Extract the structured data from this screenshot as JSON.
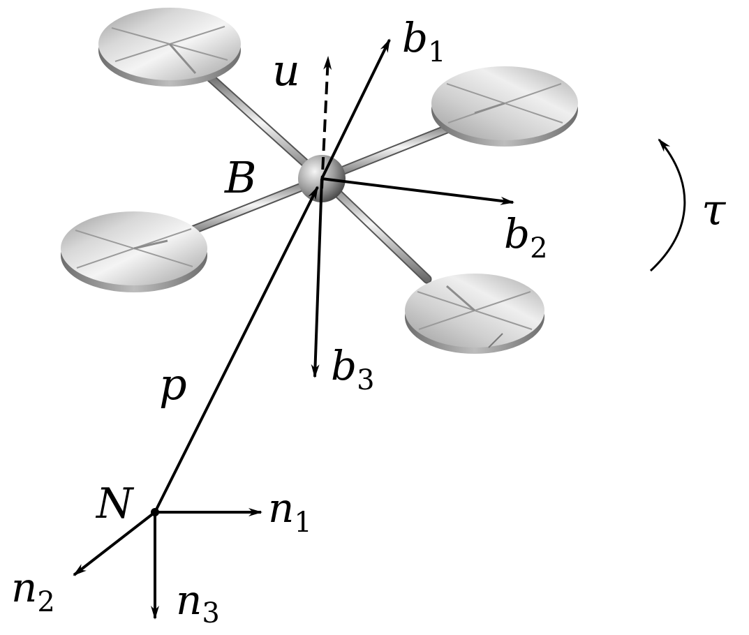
{
  "labels": {
    "b1": "b",
    "b1_sub": "1",
    "b2": "b",
    "b2_sub": "2",
    "b3": "b",
    "b3_sub": "3",
    "u": "u",
    "body_frame": "B",
    "tau": "τ",
    "p": "p",
    "inertial_frame": "N",
    "n1": "n",
    "n1_sub": "1",
    "n2": "n",
    "n2_sub": "2",
    "n3": "n",
    "n3_sub": "3"
  },
  "colors": {
    "ink": "#000000",
    "metal_light": "#f2f2f2",
    "metal_mid": "#bdbdbd",
    "metal_dark": "#8a8a8a"
  }
}
